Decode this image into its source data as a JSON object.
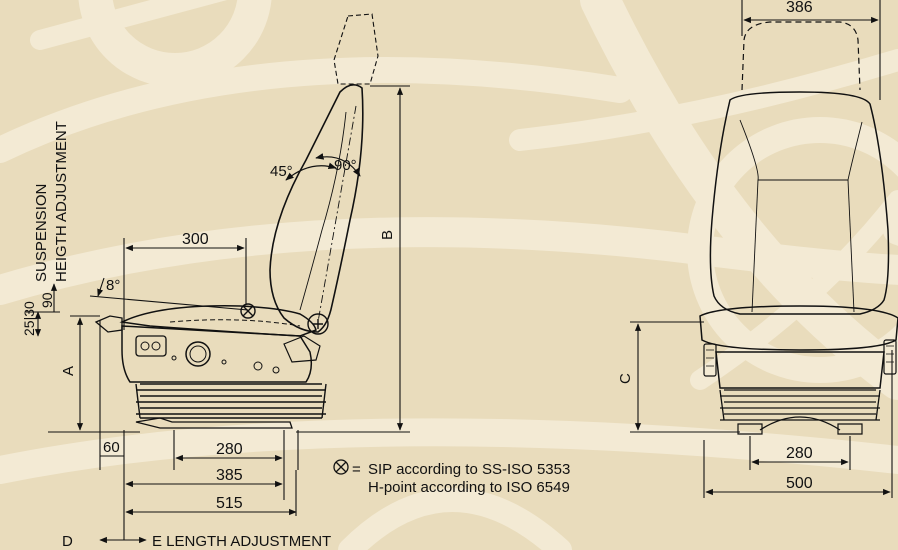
{
  "colors": {
    "background": "#e9dcbc",
    "watermark": "#f3ead4",
    "line": "#111111"
  },
  "side_view": {
    "dim_top_300": "300",
    "angle_8": "8°",
    "angle_45": "45°",
    "angle_90": "90°",
    "label_b": "B",
    "label_a": "A",
    "dim_60": "60",
    "dim_280": "280",
    "dim_385": "385",
    "dim_515": "515",
    "label_d": "D",
    "length_adjustment": "E  LENGTH ADJUSTMENT",
    "suspension_label": "SUSPENSION",
    "height_adjustment_label": "HEIGTH ADJUSTMENT",
    "dim_90": "90",
    "dim_25_30": "25|30"
  },
  "legend": {
    "symbol_icon": "sip-circle-cross-icon",
    "equals": "=",
    "line1": "SIP according to SS-ISO 5353",
    "line2": "H-point according to ISO 6549"
  },
  "front_view": {
    "dim_386": "386",
    "label_c": "C",
    "dim_280": "280",
    "dim_500": "500"
  }
}
